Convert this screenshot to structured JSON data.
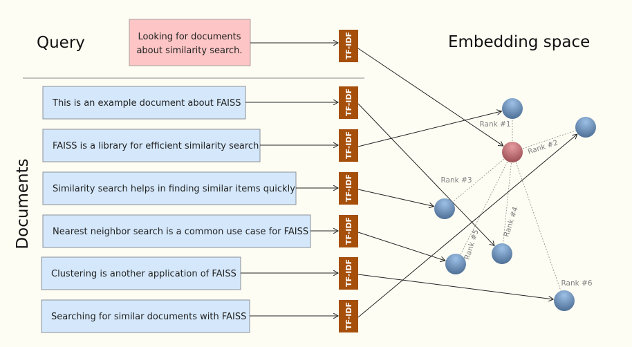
{
  "titles": {
    "query": "Query",
    "documents": "Documents",
    "embedding": "Embedding space"
  },
  "query": {
    "text_lines": [
      "Looking for documents",
      "about similarity search."
    ]
  },
  "encoder_label": "TF-IDF",
  "documents": [
    {
      "text": "This is an example document about FAISS",
      "rank": "Rank #4"
    },
    {
      "text": "FAISS is a library for efficient similarity search",
      "rank": "Rank #1"
    },
    {
      "text": "Similarity search helps in finding similar items quickly",
      "rank": "Rank #3"
    },
    {
      "text": "Nearest neighbor search is a common use case for FAISS",
      "rank": "Rank #5"
    },
    {
      "text": "Clustering is another application of FAISS",
      "rank": "Rank #6"
    },
    {
      "text": "Searching for similar documents with FAISS",
      "rank": "Rank #2"
    }
  ],
  "colors": {
    "query_box": "#fdc5c5",
    "doc_box": "#d5e8fb",
    "tfidf": "#a54f0b",
    "query_node": "#c46a70",
    "doc_node": "#5f86b0",
    "background": "#fefdf3"
  }
}
